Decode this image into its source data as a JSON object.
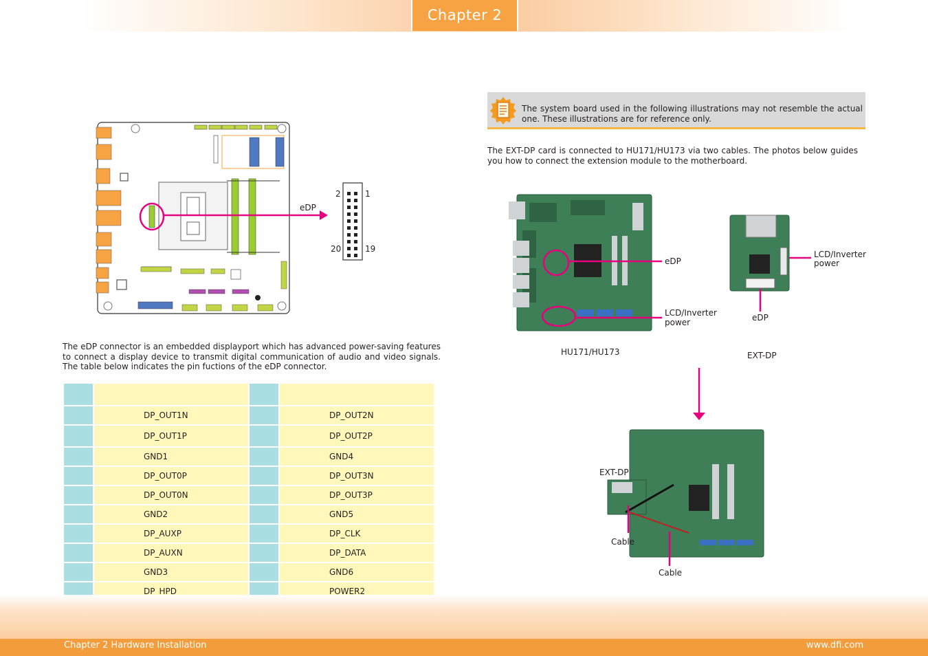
{
  "header": {
    "chapter": "Chapter 2"
  },
  "note": {
    "text": "The system board used in the following illustrations may not resemble the actual one. These illustrations are for reference only.",
    "icon": "note-icon"
  },
  "intro": "The EXT-DP card is connected to HU171/HU173 via two cables. The photos below guides you how to connect the extension module to the motherboard.",
  "description": "The eDP connector is an embedded displayport which has advanced power-saving features to connect a display device to transmit digital communication of audio and video signals. The table below indicates the pin fuctions of the eDP connector.",
  "board_diagram": {
    "edp_label": "eDP"
  },
  "connector_pins": {
    "top_left": "2",
    "top_right": "1",
    "bottom_left": "20",
    "bottom_right": "19"
  },
  "pin_table": {
    "rows": [
      {
        "left": "DP_OUT1N",
        "right": "DP_OUT2N"
      },
      {
        "left": "DP_OUT1P",
        "right": "DP_OUT2P"
      },
      {
        "left": "GND1",
        "right": "GND4"
      },
      {
        "left": "DP_OUT0P",
        "right": "DP_OUT3N"
      },
      {
        "left": "DP_OUT0N",
        "right": "DP_OUT3P"
      },
      {
        "left": "GND2",
        "right": "GND5"
      },
      {
        "left": "DP_AUXP",
        "right": "DP_CLK"
      },
      {
        "left": "DP_AUXN",
        "right": "DP_DATA"
      },
      {
        "left": "GND3",
        "right": "GND6"
      },
      {
        "left": "DP_HPD",
        "right": "POWER2"
      }
    ]
  },
  "photos": {
    "board_caption": "HU171/HU173",
    "card_caption": "EXT-DP",
    "board_edp": "eDP",
    "board_power_line1": "LCD/Inverter",
    "board_power_line2": "power",
    "card_power_line1": "LCD/Inverter",
    "card_power_line2": "power",
    "card_edp": "eDP",
    "assembly_extdp": "EXT-DP",
    "cable1": "Cable",
    "cable2": "Cable"
  },
  "colors": {
    "accent": "#f29c3b",
    "pointer": "#e6007e",
    "pcb": "#3f7f57"
  },
  "footer": {
    "left": "Chapter 2 Hardware Installation",
    "right": "www.dfi.com"
  }
}
